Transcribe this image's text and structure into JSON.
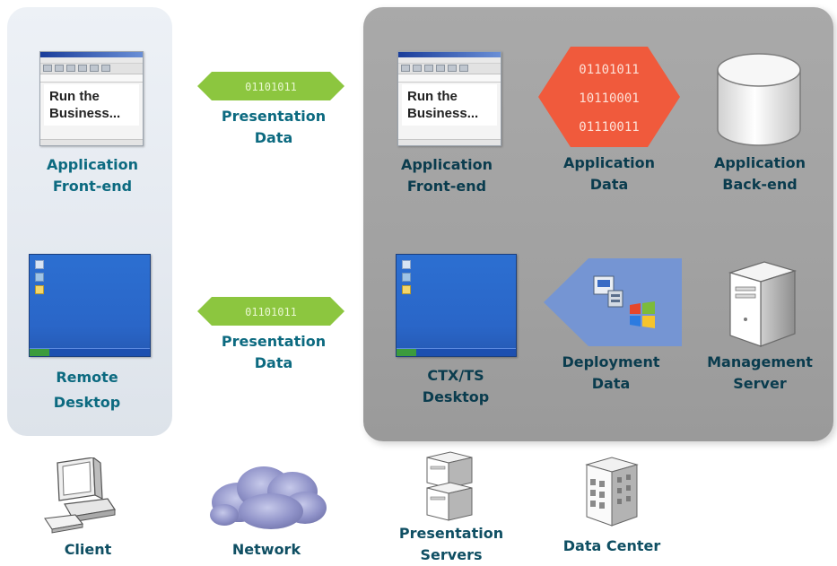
{
  "presentation_packets": [
    {
      "bits": "01101011",
      "label_lines": [
        "Presentation",
        "Data"
      ]
    },
    {
      "bits": "01101011",
      "label_lines": [
        "Presentation",
        "Data"
      ]
    }
  ],
  "client_column": {
    "app_frontend": {
      "doc_lines": [
        "Run the",
        "Business..."
      ],
      "label_lines": [
        "Application",
        "Front-end"
      ]
    },
    "remote_desktop": {
      "label_lines": [
        "Remote",
        "Desktop"
      ]
    }
  },
  "server_panel": {
    "app_frontend": {
      "doc_lines": [
        "Run the",
        "Business..."
      ],
      "label_lines": [
        "Application",
        "Front-end"
      ]
    },
    "app_data": {
      "bits": [
        "01101011",
        "10110001",
        "01110011"
      ],
      "label_lines": [
        "Application",
        "Data"
      ]
    },
    "app_backend": {
      "label_lines": [
        "Application",
        "Back-end"
      ]
    },
    "ctx_desktop": {
      "label_lines": [
        "CTX/TS",
        "Desktop"
      ]
    },
    "deployment": {
      "label_lines": [
        "Deployment",
        "Data"
      ]
    },
    "mgmt_server": {
      "label_lines": [
        "Management",
        "Server"
      ]
    }
  },
  "bottom_row": [
    {
      "icon": "client-computer-icon",
      "label_lines": [
        "Client"
      ]
    },
    {
      "icon": "network-cloud-icon",
      "label_lines": [
        "Network"
      ]
    },
    {
      "icon": "presentation-servers-icon",
      "label_lines": [
        "Presentation",
        "Servers"
      ]
    },
    {
      "icon": "data-center-icon",
      "label_lines": [
        "Data Center"
      ]
    }
  ],
  "colors": {
    "label_teal": "#0c6a80",
    "packet_green": "#8cc63f",
    "app_data_orange": "#f05a3c",
    "deployment_blue": "#6f8fd0",
    "client_panel": "#e6ebf1",
    "server_panel": "#a6a6a6"
  }
}
